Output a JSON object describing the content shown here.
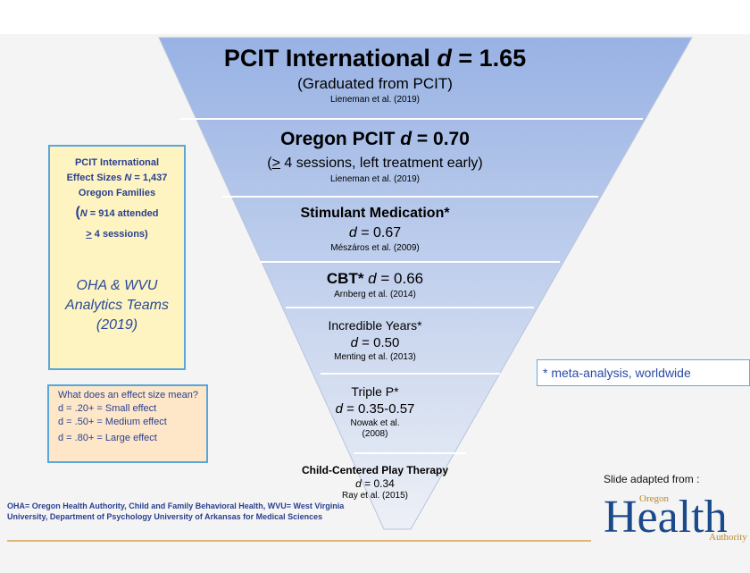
{
  "tiers": [
    {
      "title": "PCIT International ",
      "d_label": "d",
      "d_value": " = 1.65",
      "sub": "(Graduated from PCIT)",
      "cite": "Lieneman et al. (2019)"
    },
    {
      "title": "Oregon PCIT  ",
      "d_label": "d",
      "d_value": " = 0.70",
      "sub_prefix": ">",
      "sub_rest": " 4 sessions, left treatment early)",
      "sub_open": "(",
      "cite": "Lieneman et al. (2019)"
    },
    {
      "title": "Stimulant Medication*",
      "d_label": "d",
      "d_value": " = 0.67",
      "cite": "Mészáros et al. (2009)"
    },
    {
      "title": "CBT* ",
      "d_label": "d",
      "d_value": " = 0.66",
      "cite": "Arnberg et al. (2014)"
    },
    {
      "title": "Incredible Years*",
      "d_label": "d",
      "d_value": " = 0.50",
      "cite": "Menting et al. (2013)"
    },
    {
      "title": "Triple P*",
      "d_label": "d",
      "d_value": " = 0.35-0.57",
      "cite_line1": "Nowak et al.",
      "cite_line2": "(2008)"
    },
    {
      "title": "Child-Centered Play Therapy",
      "d_label": "d",
      "d_value": " = 0.34",
      "cite": "Ray et al. (2015)"
    }
  ],
  "leftbox": {
    "line1": "PCIT International",
    "line2_pre": "Effect Sizes ",
    "line2_n": "N",
    "line2_post": " = 1,437",
    "line3": "Oregon Families",
    "line4_open": "(",
    "line4_n": "N",
    "line4_post": " = 914 attended",
    "line5_ge": ">",
    "line5_post": " 4 sessions)",
    "teams_1": "OHA & WVU",
    "teams_2": "Analytics Teams",
    "teams_3": "(2019)"
  },
  "effect_box": {
    "question": "What does an effect size mean?",
    "small": "d = .20+ = Small effect",
    "medium": "d = .50+ = Medium effect",
    "large": "d = .80+ = Large effect"
  },
  "meta_note": "* meta-analysis, worldwide",
  "footnote": "OHA= Oregon Health Authority, Child and Family Behavioral Health, WVU= West Virginia University, Department of Psychology University of Arkansas for Medical Sciences",
  "adapted_from": "Slide adapted from :",
  "logo": {
    "top": "Oregon",
    "main": "Health",
    "bottom": "Authority"
  },
  "colors": {
    "funnel_top": "#98b2e4",
    "funnel_bottom": "#e8ecf5",
    "box_border": "#5aa6da",
    "text_blue": "#2a3f8f"
  }
}
